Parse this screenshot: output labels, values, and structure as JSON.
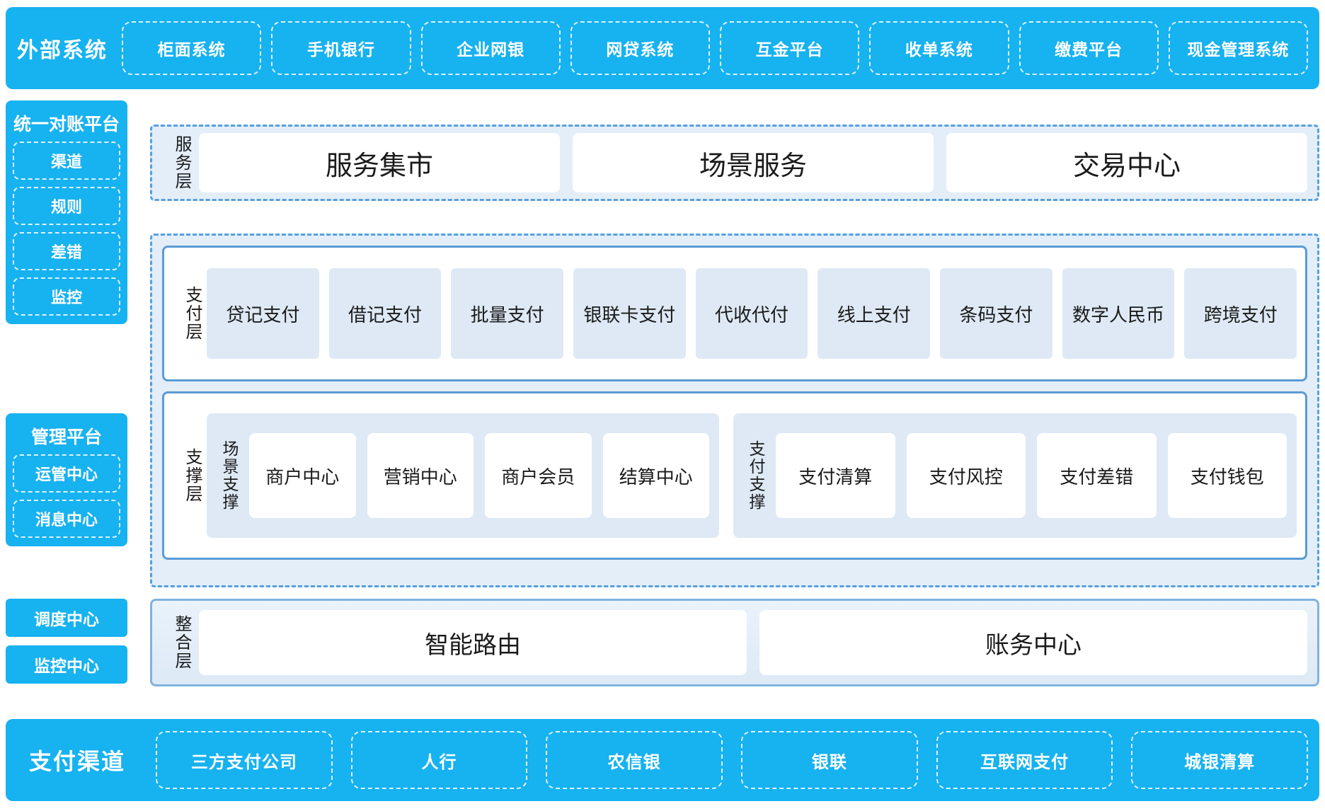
{
  "external_systems": {
    "title": "外部系统",
    "items": [
      "柜面系统",
      "手机银行",
      "企业网银",
      "网贷系统",
      "互金平台",
      "收单系统",
      "缴费平台",
      "现金管理系统"
    ]
  },
  "recon_platform": {
    "title": "统一对账平台",
    "items": [
      "渠道",
      "规则",
      "差错",
      "监控"
    ]
  },
  "mgmt_platform": {
    "title": "管理平台",
    "items": [
      "运管中心",
      "消息中心"
    ]
  },
  "standalone": {
    "dispatch_center": "调度中心",
    "monitor_center": "监控中心"
  },
  "service_layer": {
    "label": "服务层",
    "boxes": [
      "服务集市",
      "场景服务",
      "交易中心"
    ]
  },
  "payment_layer": {
    "label": "支付层",
    "cells": [
      "贷记支付",
      "借记支付",
      "批量支付",
      "银联卡支付",
      "代收代付",
      "线上支付",
      "条码支付",
      "数字人民币",
      "跨境支付"
    ]
  },
  "support_layer": {
    "label": "支撑层",
    "groups": [
      {
        "label": "场景支撑",
        "cells": [
          "商户中心",
          "营销中心",
          "商户会员",
          "结算中心"
        ]
      },
      {
        "label": "支付支撑",
        "cells": [
          "支付清算",
          "支付风控",
          "支付差错",
          "支付钱包"
        ]
      }
    ]
  },
  "integration_layer": {
    "label": "整合层",
    "boxes": [
      "智能路由",
      "账务中心"
    ]
  },
  "payment_channels": {
    "title": "支付渠道",
    "items": [
      "三方支付公司",
      "人行",
      "农信银",
      "银联",
      "互联网支付",
      "城银清算"
    ]
  },
  "colors": {
    "brand_cyan": "#17b2f0",
    "dashed_blue": "#55a0e0",
    "solid_blue": "#5b9bd5",
    "cell_fill": "#dee9f5",
    "group_fill": "#e3eef9"
  }
}
